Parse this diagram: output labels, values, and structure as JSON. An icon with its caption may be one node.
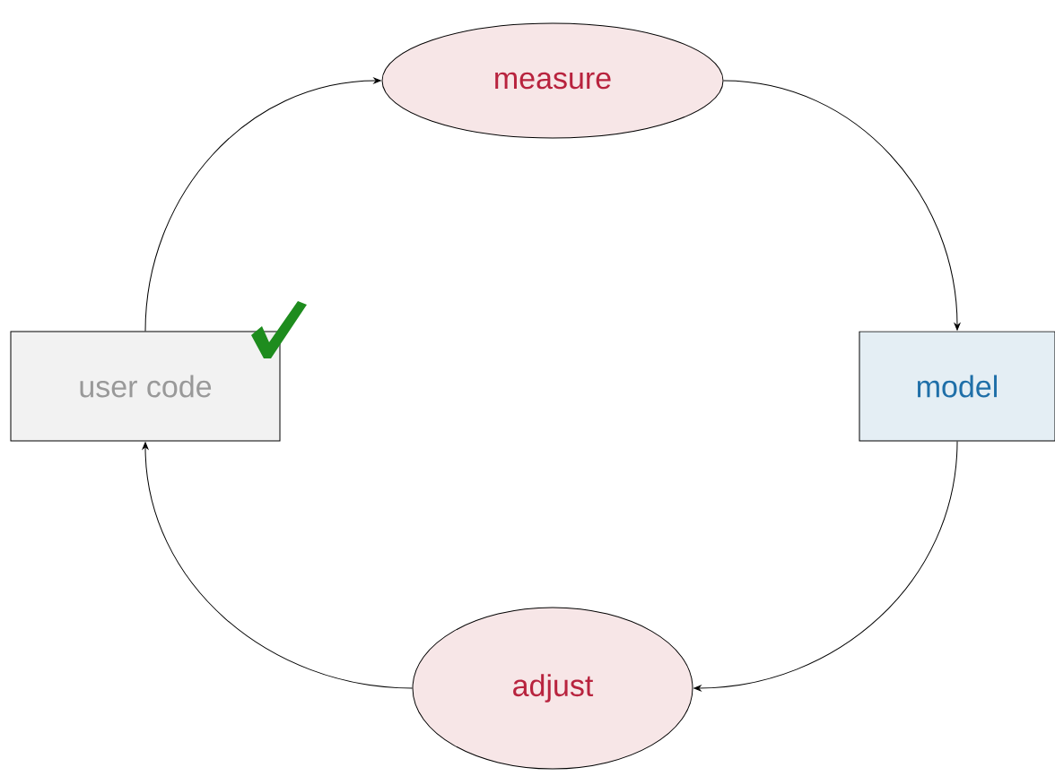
{
  "diagram": {
    "nodes": [
      {
        "text": [
          "user code"
        ]
      },
      {
        "text": [
          "measure"
        ]
      },
      {
        "text": [
          "model"
        ]
      },
      {
        "text": [
          "adjust"
        ]
      }
    ],
    "edges": [
      {
        "from": 0,
        "to": 1,
        "arrow": "to"
      },
      {
        "from": 1,
        "to": 2,
        "arrow": "to"
      },
      {
        "from": 2,
        "to": 3,
        "arrow": "to"
      },
      {
        "from": 3,
        "to": 0,
        "arrow": "to"
      }
    ]
  }
}
